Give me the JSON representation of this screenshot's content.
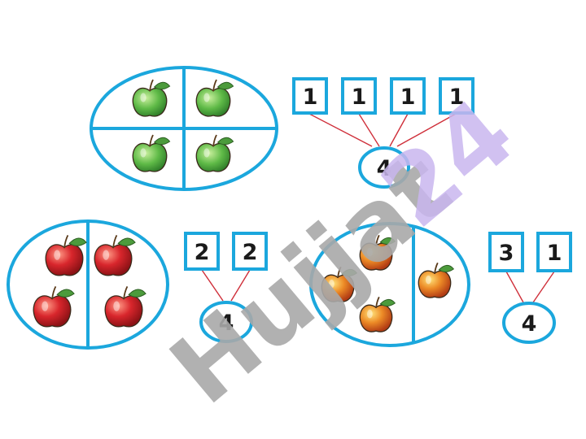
{
  "watermark": {
    "lines": [
      "Hujjat",
      "24"
    ],
    "colors": [
      "#a8a8a8",
      "#c9b6ee"
    ]
  },
  "colors": {
    "outline": "#1ba7dd",
    "connector": "#cf2f3a",
    "green_apple": "#5fba47",
    "red_apple": "#d8262c",
    "orange_apple": "#ec8a26",
    "leaf": "#4c9b3c"
  },
  "groups": [
    {
      "fruit": "green-apple",
      "parts": [
        "1",
        "1",
        "1",
        "1"
      ],
      "total": "4"
    },
    {
      "fruit": "red-apple",
      "parts": [
        "2",
        "2"
      ],
      "total": "4"
    },
    {
      "fruit": "orange-apple",
      "parts": [
        "3",
        "1"
      ],
      "total": "4"
    }
  ]
}
